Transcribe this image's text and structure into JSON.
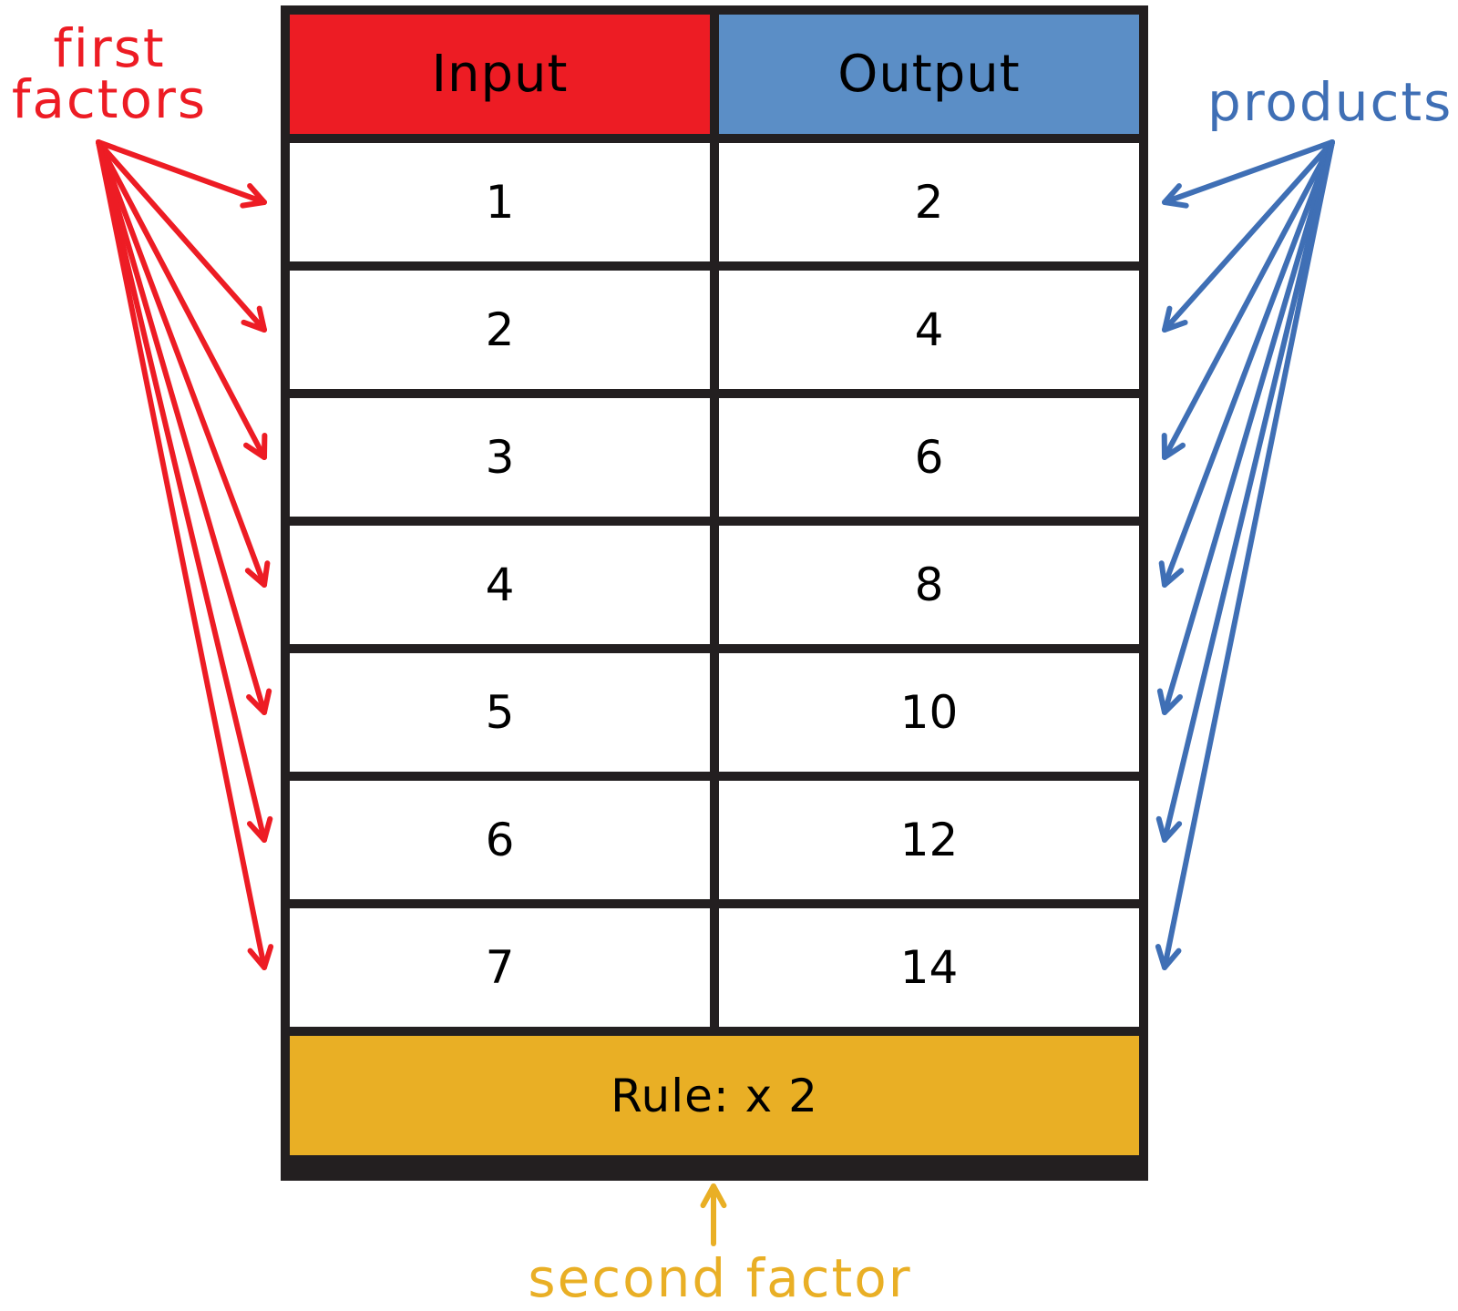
{
  "labels": {
    "left": [
      "first",
      "factors"
    ],
    "right": "products",
    "bottom": "second factor"
  },
  "table": {
    "headers": {
      "input": "Input",
      "output": "Output"
    },
    "rows": [
      {
        "input": "1",
        "output": "2"
      },
      {
        "input": "2",
        "output": "4"
      },
      {
        "input": "3",
        "output": "6"
      },
      {
        "input": "4",
        "output": "8"
      },
      {
        "input": "5",
        "output": "10"
      },
      {
        "input": "6",
        "output": "12"
      },
      {
        "input": "7",
        "output": "14"
      }
    ],
    "rule": "Rule: x 2"
  },
  "colors": {
    "input_header": "#ed1c24",
    "output_header": "#5b8ec6",
    "rule_bar": "#e9af25",
    "border": "#231f20",
    "cell": "#ffffff",
    "left_label": "#ed1c24",
    "right_label": "#3f6fb5",
    "bottom_label": "#e9af25",
    "left_arrows": "#ed1c24",
    "right_arrows": "#3f6fb5",
    "bottom_arrow": "#e9af25"
  }
}
